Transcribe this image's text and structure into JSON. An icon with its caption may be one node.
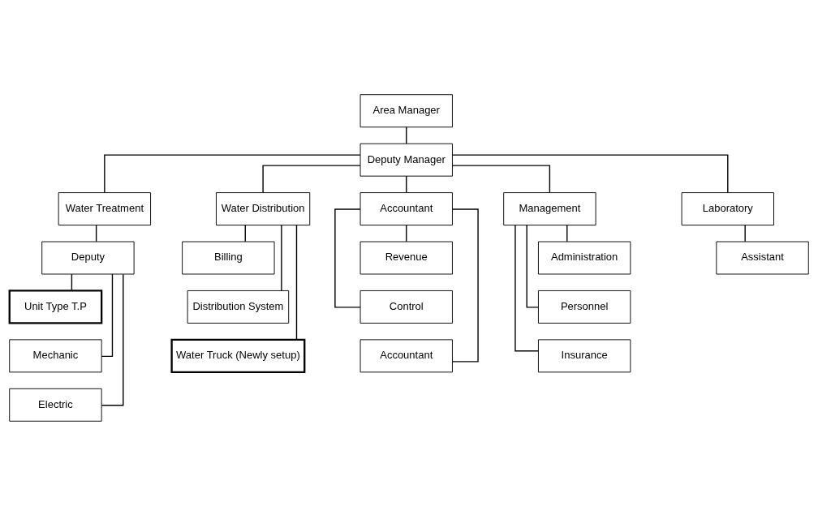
{
  "diagram": {
    "nodes": [
      {
        "text": [
          "Area Manager"
        ]
      },
      {
        "text": [
          "Deputy Manager"
        ]
      },
      {
        "text": [
          "Water Treatment"
        ]
      },
      {
        "text": [
          "Water Distribution"
        ]
      },
      {
        "text": [
          "Accountant"
        ]
      },
      {
        "text": [
          "Management"
        ]
      },
      {
        "text": [
          "Laboratory"
        ]
      },
      {
        "text": [
          "Deputy"
        ]
      },
      {
        "text": [
          "Unit Type T.P"
        ]
      },
      {
        "text": [
          "Mechanic"
        ]
      },
      {
        "text": [
          "Electric"
        ]
      },
      {
        "text": [
          "Billing"
        ]
      },
      {
        "text": [
          "Distribution System"
        ]
      },
      {
        "text": [
          "Water Truck (Newly setup)"
        ]
      },
      {
        "text": [
          "Revenue"
        ]
      },
      {
        "text": [
          "Control"
        ]
      },
      {
        "text": [
          "Accountant"
        ]
      },
      {
        "text": [
          "Administration"
        ]
      },
      {
        "text": [
          "Personnel"
        ]
      },
      {
        "text": [
          "Insurance"
        ]
      },
      {
        "text": [
          "Assistant"
        ]
      }
    ],
    "edges": [
      {
        "from": 0,
        "to": 1,
        "arrow": "none"
      },
      {
        "from": 1,
        "to": 2,
        "arrow": "none"
      },
      {
        "from": 1,
        "to": 3,
        "arrow": "none"
      },
      {
        "from": 1,
        "to": 4,
        "arrow": "none"
      },
      {
        "from": 1,
        "to": 5,
        "arrow": "none"
      },
      {
        "from": 1,
        "to": 6,
        "arrow": "none"
      },
      {
        "from": 2,
        "to": 7,
        "arrow": "none"
      },
      {
        "from": 7,
        "to": 8,
        "arrow": "none"
      },
      {
        "from": 7,
        "to": 9,
        "arrow": "none"
      },
      {
        "from": 7,
        "to": 10,
        "arrow": "none"
      },
      {
        "from": 3,
        "to": 11,
        "arrow": "none"
      },
      {
        "from": 3,
        "to": 12,
        "arrow": "none"
      },
      {
        "from": 3,
        "to": 13,
        "arrow": "none"
      },
      {
        "from": 4,
        "to": 14,
        "arrow": "none"
      },
      {
        "from": 4,
        "to": 15,
        "arrow": "none"
      },
      {
        "from": 4,
        "to": 16,
        "arrow": "none"
      },
      {
        "from": 5,
        "to": 17,
        "arrow": "none"
      },
      {
        "from": 5,
        "to": 18,
        "arrow": "none"
      },
      {
        "from": 5,
        "to": 19,
        "arrow": "none"
      },
      {
        "from": 6,
        "to": 20,
        "arrow": "none"
      }
    ]
  }
}
